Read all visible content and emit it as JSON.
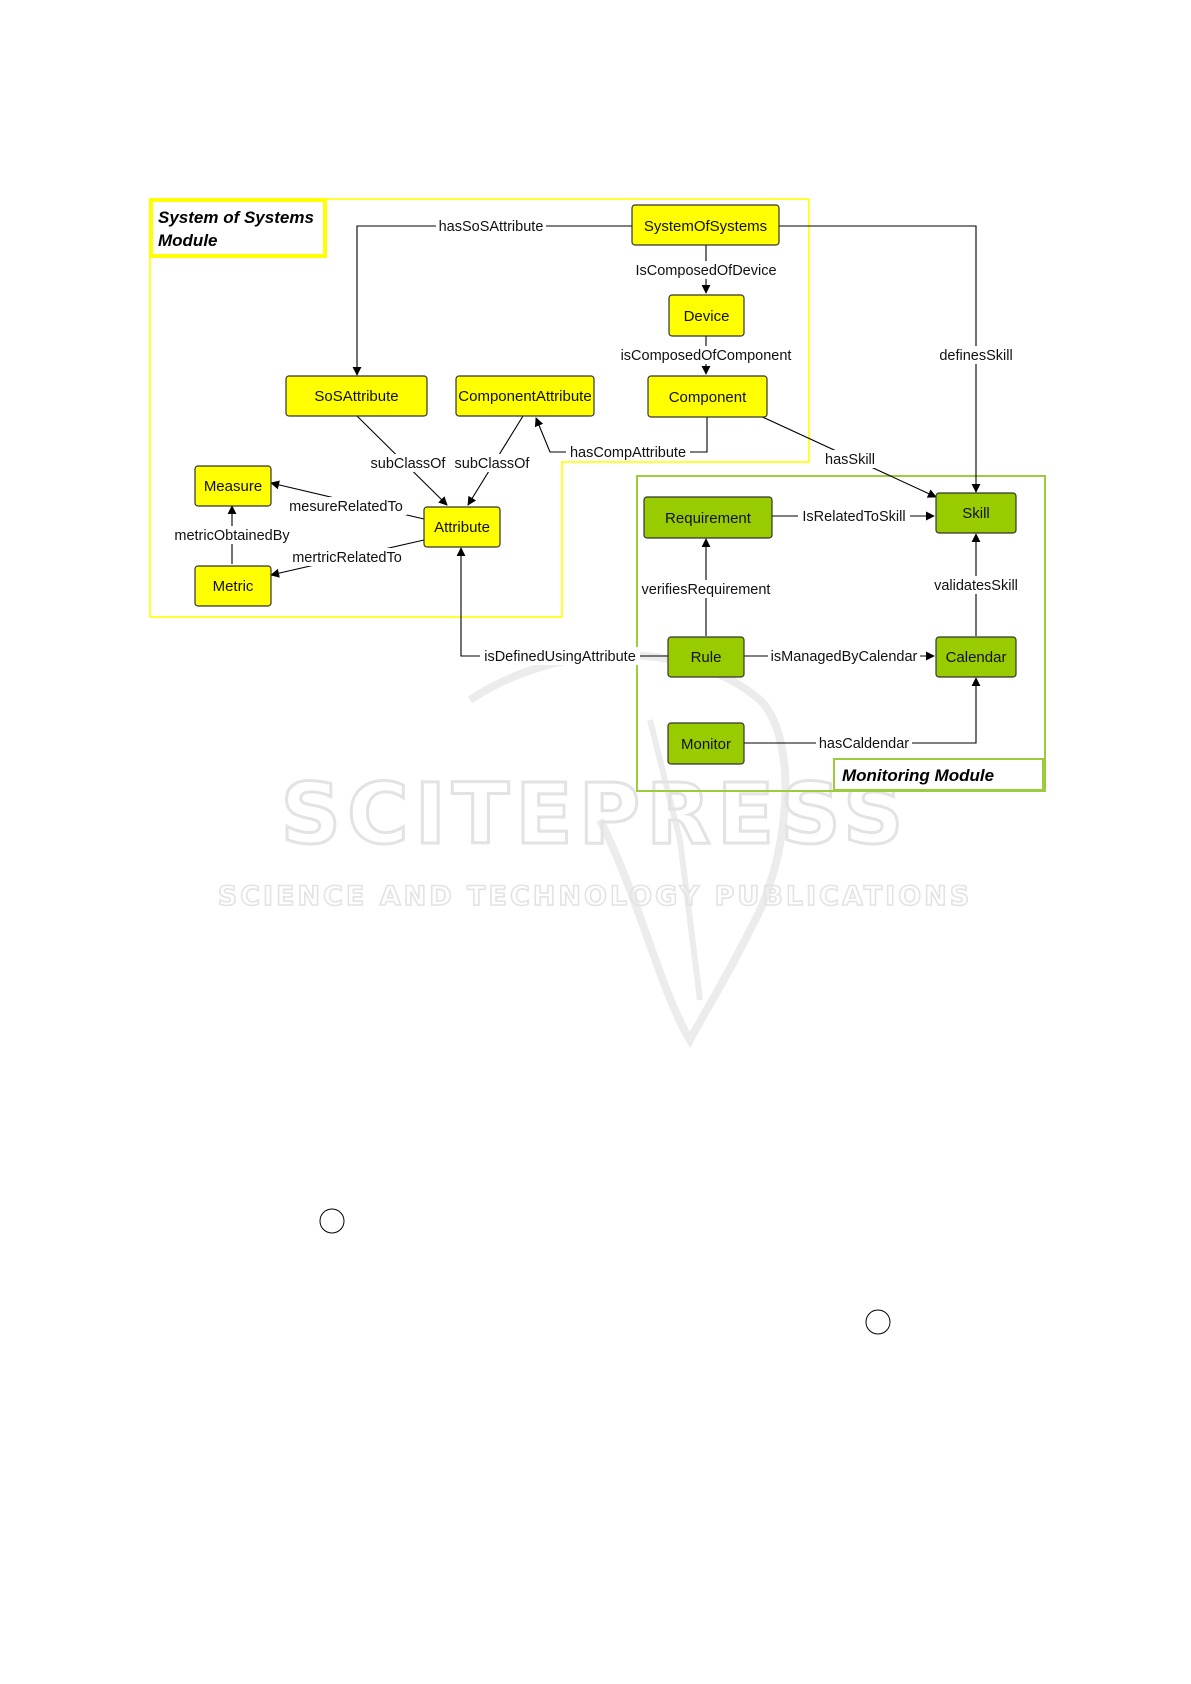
{
  "modules": {
    "sos": {
      "title_line1": "System of Systems",
      "title_line2": "Module",
      "border_color": "#ffff33"
    },
    "monitoring": {
      "title": "Monitoring Module",
      "border_color": "#9ccc3c"
    }
  },
  "colors": {
    "yellow_node": "#ffff00",
    "green_node": "#99cc00"
  },
  "watermark": {
    "line1": "SCITEPRESS",
    "line2": "SCIENCE AND TECHNOLOGY PUBLICATIONS"
  },
  "nodes": {
    "system_of_systems": "SystemOfSystems",
    "device": "Device",
    "component": "Component",
    "sos_attribute": "SoSAttribute",
    "component_attribute": "ComponentAttribute",
    "attribute": "Attribute",
    "measure": "Measure",
    "metric": "Metric",
    "requirement": "Requirement",
    "skill": "Skill",
    "rule": "Rule",
    "calendar": "Calendar",
    "monitor": "Monitor"
  },
  "edges": {
    "has_sos_attribute": "hasSoSAttribute",
    "is_composed_of_device": "IsComposedOfDevice",
    "is_composed_of_component": "isComposedOfComponent",
    "defines_skill": "definesSkill",
    "has_comp_attribute": "hasCompAttribute",
    "has_skill": "hasSkill",
    "sub_class_of_1": "subClassOf",
    "sub_class_of_2": "subClassOf",
    "mesure_related_to": "mesureRelatedTo",
    "metric_obtained_by": "metricObtainedBy",
    "mertric_related_to": "mertricRelatedTo",
    "is_related_to_skill": "IsRelatedToSkill",
    "verifies_requirement": "verifiesRequirement",
    "validates_skill": "validatesSkill",
    "is_defined_using_attribute": "isDefinedUsingAttribute",
    "is_managed_by_calendar": "isManagedByCalendar",
    "has_caldendar": "hasCaldendar"
  }
}
